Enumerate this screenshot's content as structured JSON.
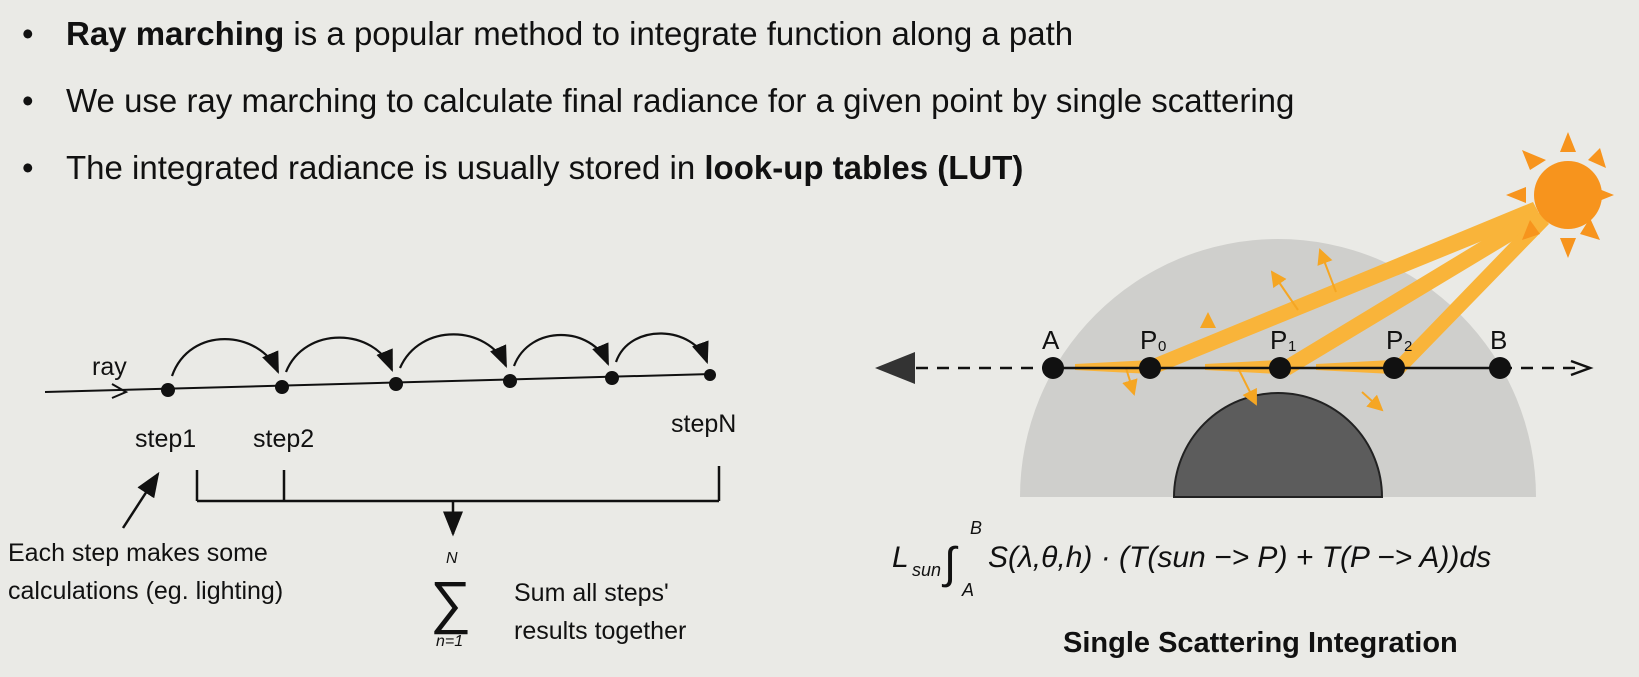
{
  "bullets": [
    {
      "bold": "Ray marching",
      "text": " is a popular method to integrate function along a path"
    },
    {
      "text": "We use ray marching to calculate final radiance for a given point by single scattering"
    },
    {
      "text": "The integrated radiance is usually stored in ",
      "bold": "look-up tables (LUT)"
    }
  ],
  "bullet_symbol": "•",
  "ray_diagram": {
    "ray_label": "ray",
    "step1_label": "step1",
    "step2_label": "step2",
    "stepN_label": "stepN",
    "note_line1": "Each step makes some",
    "note_line2": "calculations (eg. lighting)",
    "sum_upper": "N",
    "sum_symbol": "∑",
    "sum_lower": "n=1",
    "sum_line1": "Sum all steps'",
    "sum_line2": "results together"
  },
  "scatter_diagram": {
    "point_A": "A",
    "point_P0": "P",
    "point_P0_sub": "0",
    "point_P1": "P",
    "point_P1_sub": "1",
    "point_P2": "P",
    "point_P2_sub": "2",
    "point_B": "B",
    "formula_L": "L",
    "formula_sun_sub": "sun",
    "formula_integral": "∫",
    "formula_upper": "B",
    "formula_lower": "A",
    "formula_body": "S(λ,θ,h) · (T(sun −> P) + T(P −> A))ds",
    "caption": "Single Scattering Integration"
  },
  "colors": {
    "atmosphere": "#cfcfcc",
    "planet": "#5c5c5c",
    "sun": "#f7941d",
    "sun_rays": "#f9b43a",
    "scatter_arrows": "#f5a623",
    "background": "#eaeae6"
  }
}
